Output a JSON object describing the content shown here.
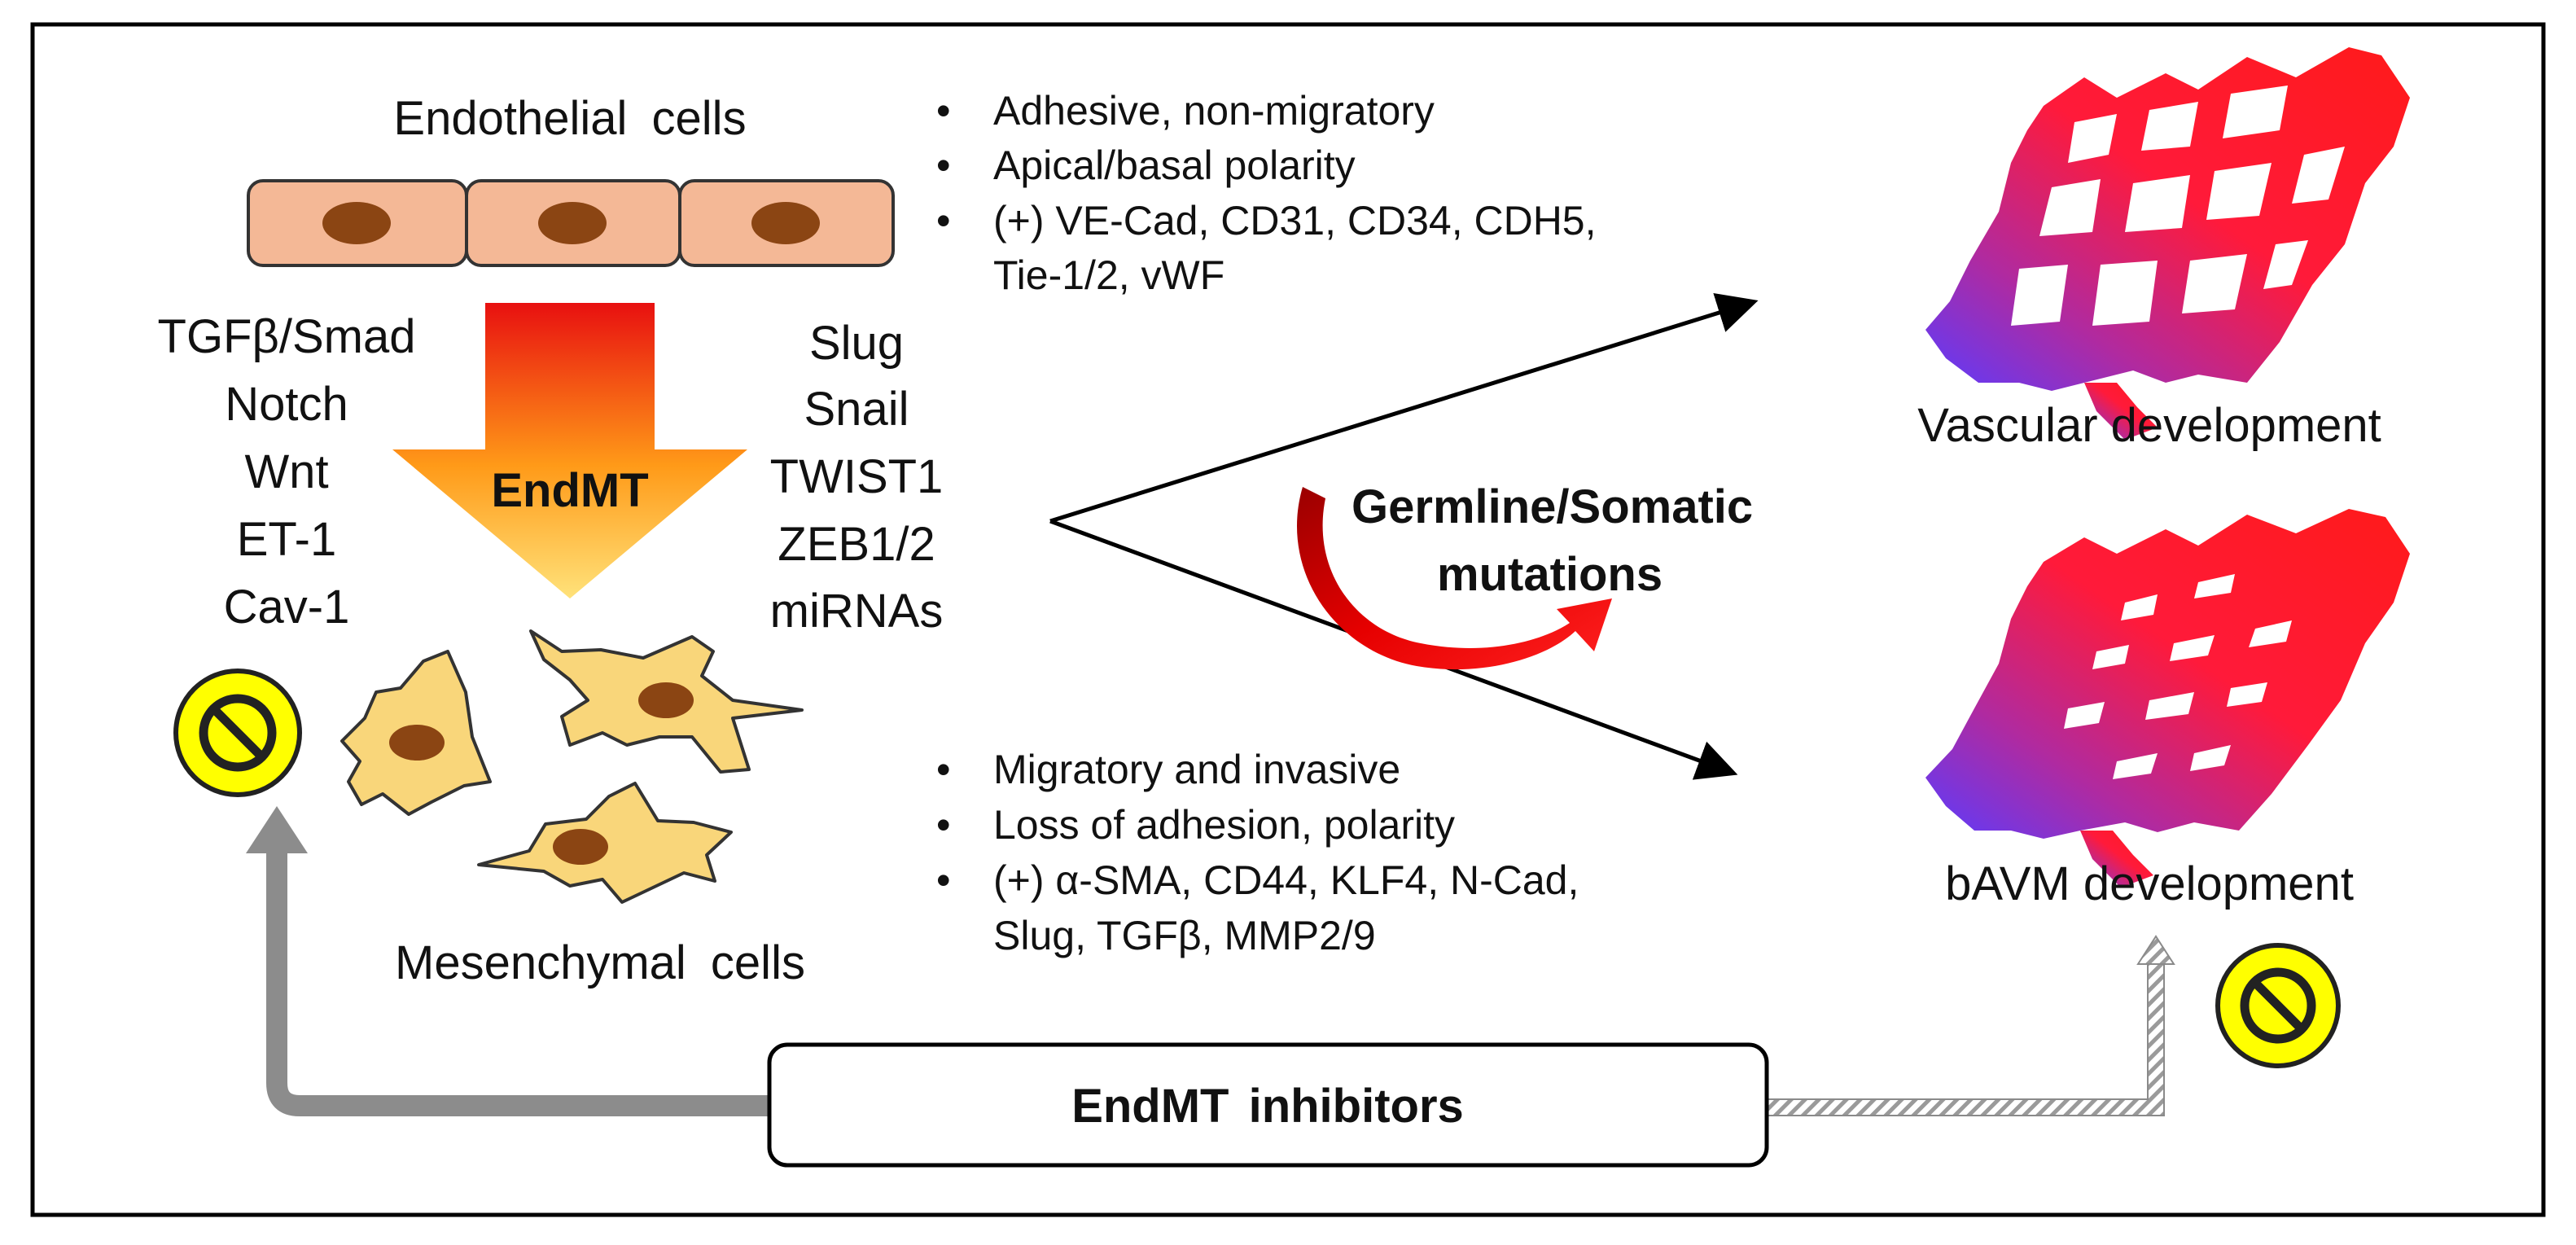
{
  "endothelial": {
    "title": "Endothelial cells",
    "bullets": [
      "Adhesive, non-migratory",
      "Apical/basal polarity",
      "(+) VE-Cad, CD31, CD34, CDH5,",
      "Tie-1/2, vWF"
    ]
  },
  "mesenchymal": {
    "title": "Mesenchymal cells",
    "bullets": [
      "Migratory and invasive",
      "Loss of adhesion, polarity",
      "(+) α-SMA, CD44, KLF4, N-Cad,",
      "Slug, TGFβ, MMP2/9"
    ]
  },
  "endmt_label": "EndMT",
  "signaling_left": [
    "TGFβ/Smad",
    "Notch",
    "Wnt",
    "ET-1",
    "Cav-1"
  ],
  "transcription_right": [
    "Slug",
    "Snail",
    "TWIST1",
    "ZEB1/2",
    "miRNAs"
  ],
  "mutations": {
    "line1": "Germline/Somatic",
    "line2": "mutations"
  },
  "outcomes": {
    "normal": "Vascular development",
    "disease": "bAVM development"
  },
  "inhibitors_label": "EndMT inhibitors",
  "bullet_char": "•",
  "colors": {
    "cell_fill": "#f4b896",
    "nucleus": "#8b4513",
    "mes_fill": "#f9d67a",
    "arrow_top": "#e81010",
    "arrow_bottom": "#ffe27a",
    "gray_arrow": "#8c8c8c",
    "forbid_yellow": "#ffff00",
    "vessel_red": "#ff1a1a",
    "vessel_blue": "#5a3cff"
  },
  "icons": [
    "forbidden-sign-icon",
    "vessel-network-icon",
    "curved-arrow-icon"
  ]
}
